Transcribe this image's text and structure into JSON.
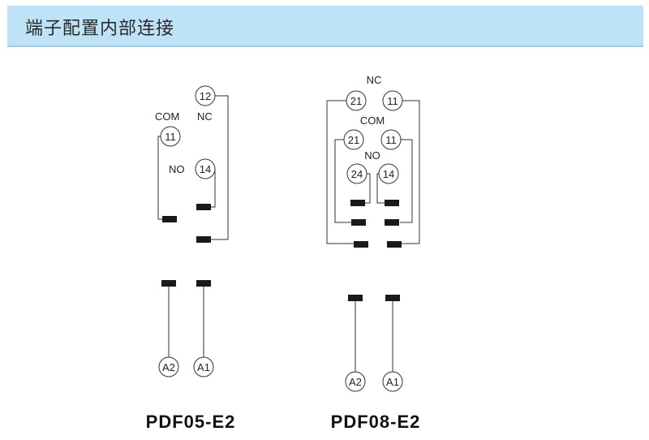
{
  "header": {
    "title": "端子配置内部连接"
  },
  "left": {
    "model": "PDF05-E2",
    "label_com": "COM",
    "label_nc": "NC",
    "label_no": "NO",
    "terminals": {
      "t12": "12",
      "t11": "11",
      "t14": "14",
      "a2": "A2",
      "a1": "A1"
    }
  },
  "right": {
    "model": "PDF08-E2",
    "label_nc": "NC",
    "label_com": "COM",
    "label_no": "NO",
    "terminals": {
      "t21a": "21",
      "t11a": "11",
      "t21b": "21",
      "t11b": "11",
      "t24": "24",
      "t14": "14",
      "a2": "A2",
      "a1": "A1"
    }
  },
  "colors": {
    "header_bg": "#bfe3f6",
    "line": "#333333",
    "pin": "#1a1a1a"
  }
}
